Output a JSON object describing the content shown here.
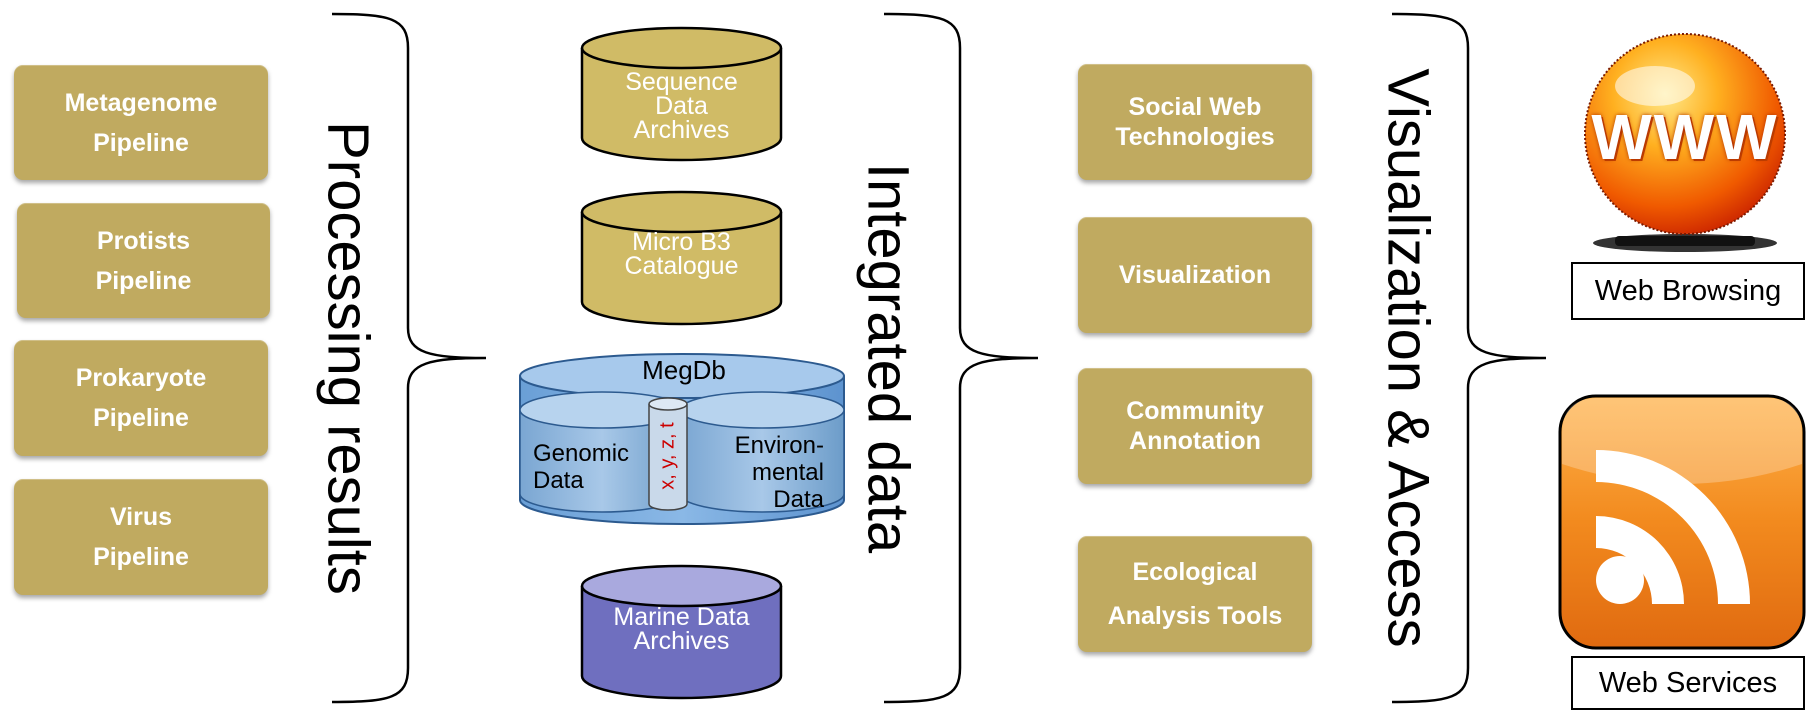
{
  "pipelines": [
    {
      "line1": "Metagenome",
      "line2": "Pipeline"
    },
    {
      "line1": "Protists",
      "line2": "Pipeline"
    },
    {
      "line1": "Prokaryote",
      "line2": "Pipeline"
    },
    {
      "line1": "Virus",
      "line2": "Pipeline"
    }
  ],
  "section_labels": {
    "processing": "Processing results",
    "integrated": "Integrated data",
    "visualization": "Visualization & Access"
  },
  "databases": {
    "sequence": [
      "Sequence",
      "Data",
      "Archives"
    ],
    "microb3": [
      "Micro B3",
      "Catalogue"
    ],
    "megdb": {
      "title": "MegDb",
      "genomic": [
        "Genomic",
        "Data"
      ],
      "environmental": [
        "Environ-",
        "mental",
        "Data"
      ],
      "coords": "x, y, z, t"
    },
    "marine": [
      "Marine Data",
      "Archives"
    ]
  },
  "tools": [
    {
      "line1": "Social Web",
      "line2": "Technologies"
    },
    {
      "line1": "Visualization",
      "line2": ""
    },
    {
      "line1": "Community",
      "line2": "Annotation"
    },
    {
      "line1": "Ecological",
      "line2": "Analysis Tools"
    }
  ],
  "access": {
    "www_text": "WWW",
    "web_browsing": "Web Browsing",
    "web_services": "Web Services"
  },
  "colors": {
    "gold": "#c0aa60",
    "cylinder_gold": "#d0bb66",
    "megdb_blue": "#9cc3e6",
    "marine_purple": "#6f6fbf",
    "rss_orange": "#f08a1e"
  }
}
